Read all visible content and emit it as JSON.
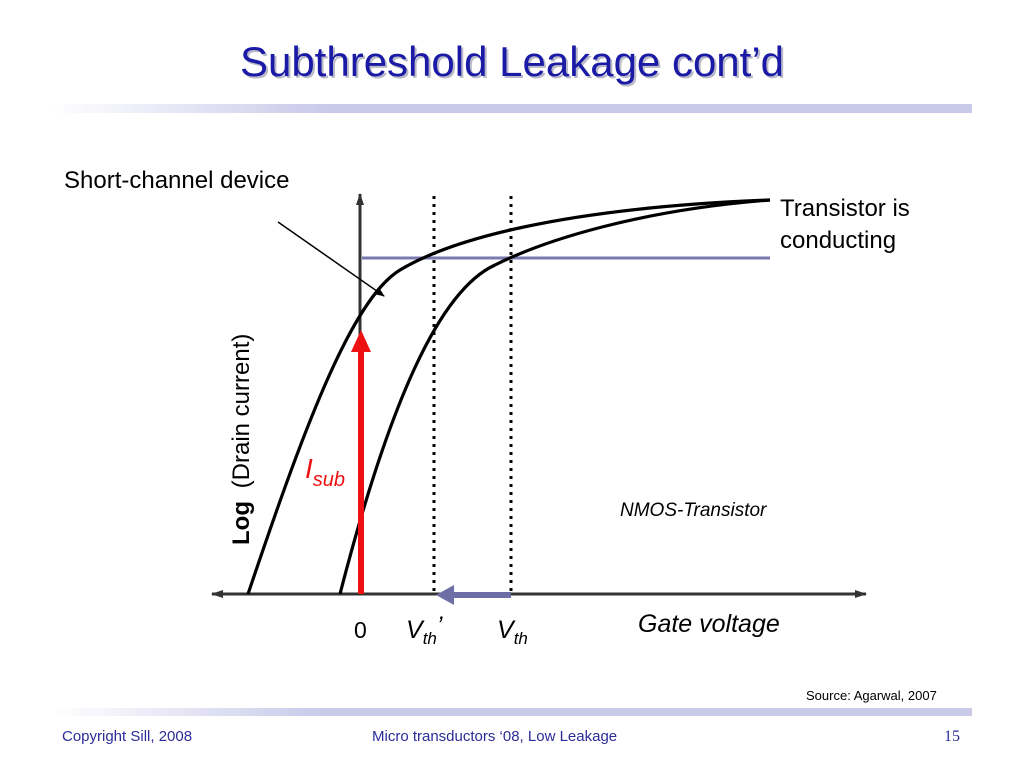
{
  "slide": {
    "title": "Subthreshold Leakage cont’d",
    "page_number": "15"
  },
  "diagram": {
    "short_channel_label": "Short-channel device",
    "conducting_label_line1": "Transistor is",
    "conducting_label_line2": "conducting",
    "y_axis_label_bold": "Log",
    "y_axis_label_rest": "(Drain current)",
    "isub_main": "I",
    "isub_sub": "sub",
    "nmos_label": "NMOS-Transistor",
    "gate_voltage_label": "Gate voltage",
    "tick_zero": "0",
    "vth_prime_main": "V",
    "vth_prime_sub": "th",
    "vth_prime_mark": "’",
    "vth_main": "V",
    "vth_sub": "th",
    "colors": {
      "curve": "#000000",
      "isub_arrow": "#ee1111",
      "shift_arrow": "#6e6ea6",
      "threshold_line": "#7a7ab0"
    }
  },
  "source": "Source: Agarwal, 2007",
  "footer": {
    "copyright": "Copyright Sill, 2008",
    "course": "Micro transductors ‘08, Low Leakage"
  }
}
